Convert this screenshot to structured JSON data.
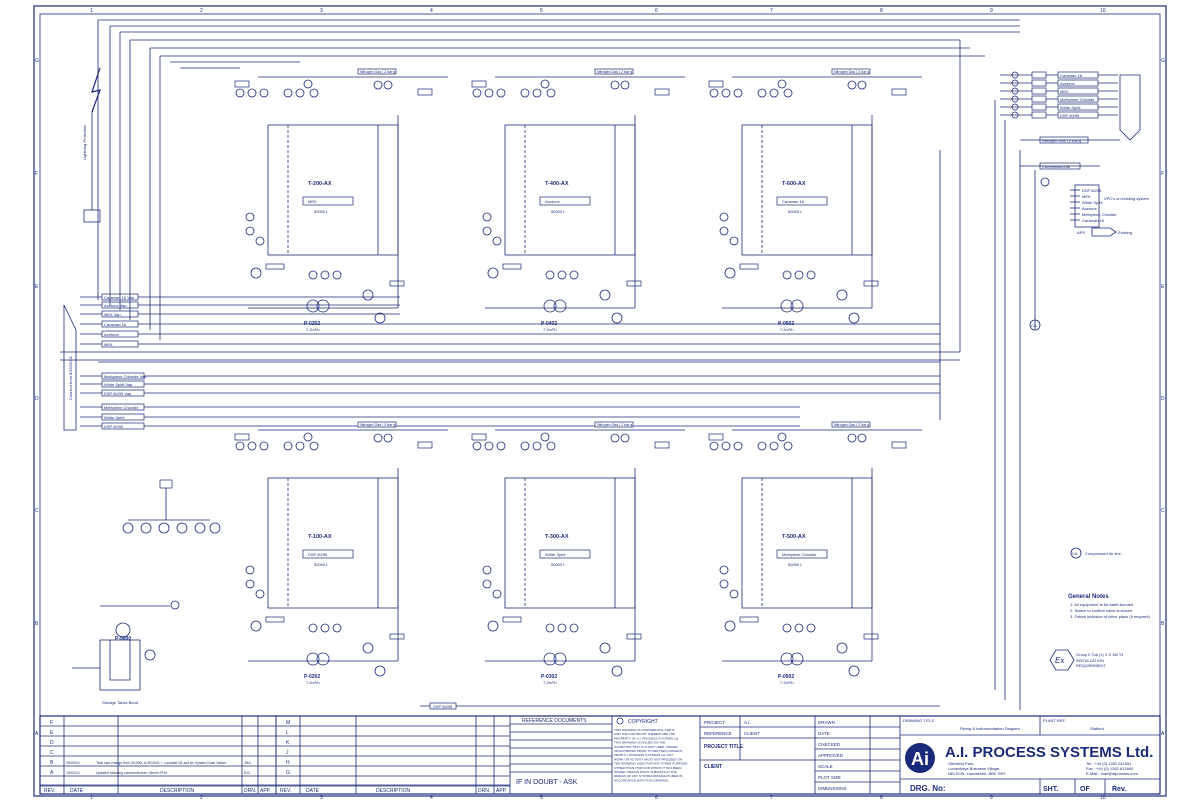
{
  "grid": {
    "columns": [
      "1",
      "2",
      "3",
      "4",
      "5",
      "6",
      "7",
      "8",
      "9",
      "10"
    ],
    "rows": [
      "G",
      "F",
      "E",
      "D",
      "C",
      "B",
      "A"
    ]
  },
  "supply_lines_top": [
    "Caraman 16 Vap.",
    "Acetone Vap.",
    "MEK Vap.",
    "Caraman 16",
    "Acetone",
    "MEK"
  ],
  "supply_lines_bottom": [
    "Methylene Chloride Vap.",
    "White Spirit Vap.",
    "DSP 60/95 Vap.",
    "Methylene Chloride",
    "White Spirit",
    "DSP 60/95"
  ],
  "from_main": "Connect from 8/1615/1/1",
  "lightning_label": "Lightning Protection",
  "tanks": [
    {
      "id": "T-200-AX",
      "product": "MEK",
      "volume": "50000 L",
      "pump": "P-0202",
      "flow": "7.2m³/h"
    },
    {
      "id": "T-400-AX",
      "product": "Acetone",
      "volume": "50000 L",
      "pump": "P-0402",
      "flow": "7.2m³/h"
    },
    {
      "id": "T-600-AX",
      "product": "Caraman 16",
      "volume": "50000 L",
      "pump": "P-0502",
      "flow": "7.2m³/h"
    },
    {
      "id": "T-100-AX",
      "product": "DSP 60/95",
      "volume": "50000 L",
      "pump": "P-0202",
      "flow": "7.2m³/h"
    },
    {
      "id": "T-300-AX",
      "product": "White Spirit",
      "volume": "50000 L",
      "pump": "P-0302",
      "flow": "7.2m³/h"
    },
    {
      "id": "T-500-AX",
      "product": "Methylene Chloride",
      "volume": "50000 L",
      "pump": "P-0502",
      "flow": "7.2m³/h"
    }
  ],
  "nitrogen_label": "Nitrogen Gas | 2 bar g",
  "right_outlets": [
    "Caraman 16",
    "Acetone",
    "MEK",
    "Methylene Chloride",
    "White Spirit",
    "DSP 60/95"
  ],
  "right_side": {
    "nitrogen_label": "Nitrogen Gas | 2 bar g",
    "compressed_air": "Compressed Air",
    "legend_items": [
      "DSP 60/95",
      "MEK",
      "White Spirit",
      "Acetone",
      "Methylene Chloride",
      "Caraman 16"
    ],
    "aps_label": "APS",
    "existing_label": "Existing",
    "vpcs_label": "VPC's on existing system"
  },
  "compressed_air_note": "Compressed Air line",
  "pump_p9000": "P-9000",
  "storage_label": "Storage Tanks Bund",
  "general_notes": {
    "title": "General Notes",
    "items": [
      "1.  All equipment to be earth bonded",
      "2.  Switch to confirm valve is closed",
      "3.  Future inclusion of inline plans (if required)"
    ]
  },
  "ex_note": {
    "line1": "Group II Cat (1) 2 G ¢Ø T4",
    "line2": "INSTALLATION",
    "line3": "REQUIREMENT"
  },
  "rev_table": {
    "headers": [
      "REV.",
      "DATE",
      "DESCRIPTION",
      "DRN.",
      "APP."
    ],
    "rows": [
      {
        "rev": "F",
        "date": "",
        "desc": "",
        "drn": "",
        "app": ""
      },
      {
        "rev": "E",
        "date": "",
        "desc": "",
        "drn": "",
        "app": ""
      },
      {
        "rev": "D",
        "date": "",
        "desc": "",
        "drn": "",
        "app": ""
      },
      {
        "rev": "C",
        "date": "",
        "desc": "",
        "drn": "",
        "app": ""
      },
      {
        "rev": "B",
        "date": "29/03/21",
        "desc": "Tank size change from 40,000L to 50,000L + Lockable N2 and Air System Drain Valves",
        "drn": "JHA",
        "app": ""
      },
      {
        "rev": "A",
        "date": "19/02/21",
        "desc": "Updated following comments from Client's PHA",
        "drn": "IDC",
        "app": ""
      }
    ]
  },
  "rev_table2": {
    "rows": [
      "M",
      "L",
      "K",
      "J",
      "H",
      "G"
    ]
  },
  "reference_documents": "REFERENCE DOCUMENTS",
  "if_in_doubt": "IF IN DOUBT - ASK",
  "copyright": {
    "title": "COPYRIGHT",
    "text": "THIS DRAWING IS CONFIDENTIAL AND IT, AND THE COPYRIGHT THEREIN ARE THE PROPERTY OF A.I. PROCESS SYSTEMS Ltd. THIS DRAWING IS ISSUED ON THE CONDITION THAT IT IS NOT USED, COPIED OR EXHIBITED PRIOR TO WRITTEN CONSENT FROM A.I. PROCESS SYSTEMS Ltd. ANY WORK OR ACTIVITY MUST NOT PROCEED ON THE DRAWING USED FOR ANY OTHER PURPOSE OTHER THAN THAT FOR WHICH IT HAS BEEN ISSUED. DESIGN RIGHT SUBSISTS IN THE DESIGN OF ANY SYSTEM MANUFACTURED IN ACCORDANCE WITH THIS DRAWING."
  },
  "project": {
    "project_label": "PROJECT",
    "project_value": "A.I.",
    "reference_label": "REFERENCE",
    "reference_value": "CLIENT",
    "title_label": "PROJECT TITLE",
    "client_label": "CLIENT"
  },
  "signoff": [
    "DRAWN",
    "DATE",
    "CHECKED",
    "APPROVED",
    "SCALE",
    "PLOT SIZE",
    "DIMENSIONS"
  ],
  "drawing_title_label": "DRAWING TITLE",
  "drawing_title": "Piping & Instrumentation Diagram",
  "plant_ref_label": "PLANT REF.",
  "plant_ref": "Stafford",
  "company": {
    "name": "A.I. PROCESS SYSTEMS Ltd.",
    "addr1": "Glenfield Park,",
    "addr2": "Lomeshaye Business Village,",
    "addr3": "NELSON, Lancashire, BB9 7DR.",
    "tel": "Tel : +44 (0) 1282 611551",
    "fax": "Fax : +44 (0) 1282 613940",
    "email": "E-Mail : mail@aiprocess.com"
  },
  "footer": {
    "drg_no": "DRG. No:",
    "sht": "SHT.",
    "of": "OF",
    "rev": "Rev."
  },
  "colors": {
    "ink": "#1a2a7a",
    "paper": "#ffffff"
  }
}
